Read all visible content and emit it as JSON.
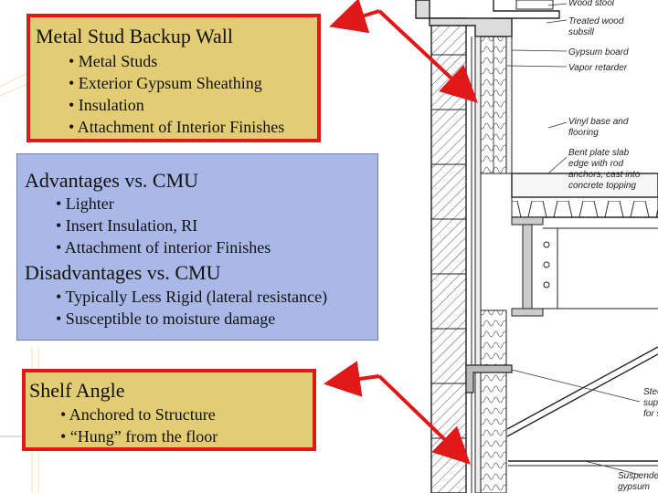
{
  "callouts": {
    "stud_wall": {
      "title": "Metal Stud Backup Wall",
      "bullets": [
        "• Metal Studs",
        "• Exterior Gypsum Sheathing",
        "• Insulation",
        "• Attachment of Interior Finishes"
      ]
    },
    "comparison": {
      "advantages_title": "Advantages vs. CMU",
      "advantages": [
        "• Lighter",
        "• Insert Insulation, RI",
        "• Attachment of interior Finishes"
      ],
      "disadvantages_title": "Disadvantages vs. CMU",
      "disadvantages": [
        "• Typically Less Rigid (lateral resistance)",
        "• Susceptible to moisture damage"
      ]
    },
    "shelf_angle": {
      "title": "Shelf Angle",
      "bullets": [
        "• Anchored to Structure",
        "• “Hung” from the floor"
      ]
    }
  },
  "drawing_labels": {
    "wood_stool": "Wood stool",
    "treated_wood": "Treated wood",
    "subsill": "subsill",
    "gypsum_board": "Gypsum board",
    "vapor_retarder": "Vapor retarder",
    "vinyl_base": "Vinyl base and",
    "flooring": "flooring",
    "bent_plate_1": "Bent plate slab",
    "bent_plate_2": "edge with rod",
    "bent_plate_3": "anchors, cast into",
    "bent_plate_4": "concrete topping",
    "shelf_angle_1": "Steel shelf angle",
    "shelf_angle_2": "supporting brick",
    "shelf_angle_3": "for shelf",
    "suspended_1": "Suspended",
    "suspended_2": "gypsum"
  },
  "colors": {
    "callout_tan": "#e2cd74",
    "callout_border": "#e01818",
    "comparison_blue": "#a9b8e6",
    "arrow_red": "#e01818"
  }
}
